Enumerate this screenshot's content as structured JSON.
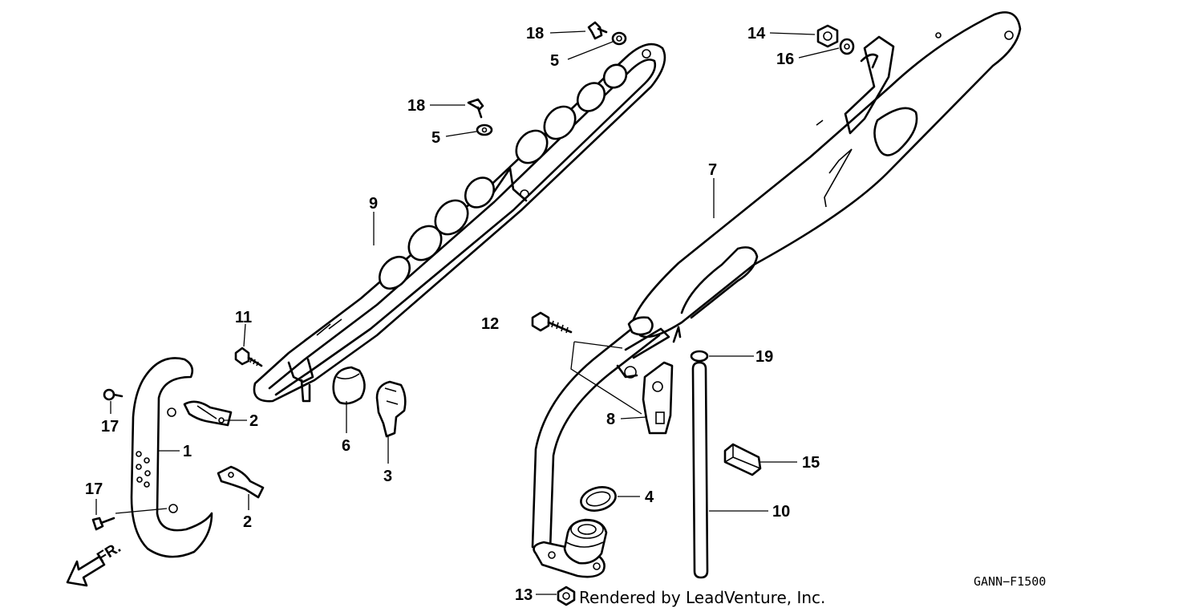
{
  "diagram": {
    "callouts": {
      "c18a": "18",
      "c5a": "5",
      "c18b": "18",
      "c5b": "5",
      "c14": "14",
      "c16": "16",
      "c7": "7",
      "c9": "9",
      "c11": "11",
      "c17a": "17",
      "c2a": "2",
      "c1": "1",
      "c17b": "17",
      "c2b": "2",
      "c6": "6",
      "c3": "3",
      "c12": "12",
      "c19": "19",
      "c8": "8",
      "c15": "15",
      "c4": "4",
      "c10": "10",
      "c13": "13"
    },
    "front_marker": "FR.",
    "diagram_code": "GANN−F1500",
    "credit": "Rendered by LeadVenture, Inc."
  }
}
